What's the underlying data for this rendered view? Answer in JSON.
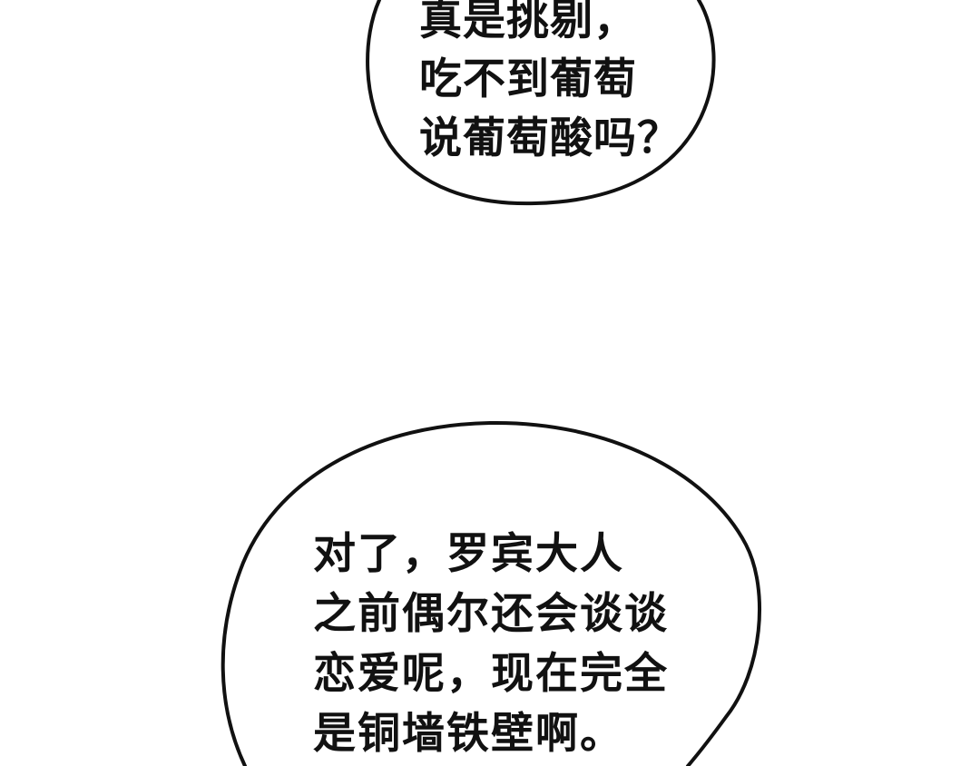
{
  "bubble_top": {
    "lines": [
      "真是挑剔，",
      "吃不到葡萄",
      "说葡萄酸吗？"
    ]
  },
  "bubble_bottom": {
    "lines": [
      "对了，罗宾大人",
      "之前偶尔还会谈谈",
      "恋爱呢，现在完全",
      "是铜墙铁壁啊。"
    ]
  },
  "colors": {
    "background": "#ffffff",
    "ink": "#111111"
  }
}
